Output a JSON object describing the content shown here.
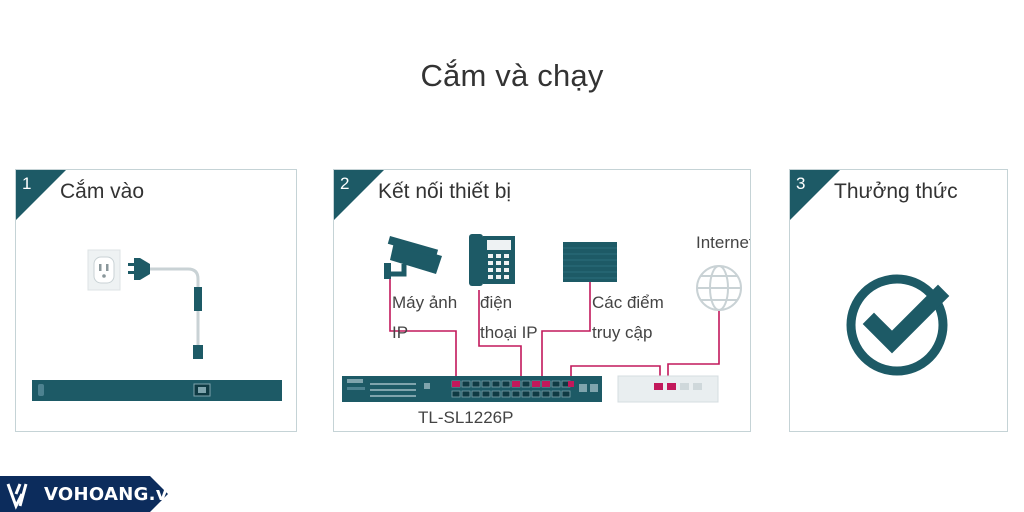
{
  "page": {
    "title": "Cắm và chạy"
  },
  "steps": [
    {
      "number": "1",
      "title": "Cắm vào"
    },
    {
      "number": "2",
      "title": "Kết nối thiết bị"
    },
    {
      "number": "3",
      "title": "Thưởng thức"
    }
  ],
  "devices": {
    "camera_label_1": "Máy ảnh",
    "camera_label_2": "IP",
    "phone_label_1": "điện",
    "phone_label_2": "thoại IP",
    "ap_label_1": "Các điểm",
    "ap_label_2": "truy cập",
    "internet_label": "Internet",
    "switch_model": "TL-SL1226P"
  },
  "colors": {
    "accent": "#1d5a66",
    "cable": "#c2185b",
    "card_border": "#c5d3d6",
    "logo_bg": "#0c2c5c"
  },
  "icons": [
    "power-outlet-icon",
    "power-plug-icon",
    "security-camera-icon",
    "ip-phone-icon",
    "access-point-icon",
    "globe-icon",
    "switch-icon",
    "router-icon",
    "checkmark-circle-icon"
  ],
  "watermark": {
    "text": "VOHOANG.vn"
  }
}
